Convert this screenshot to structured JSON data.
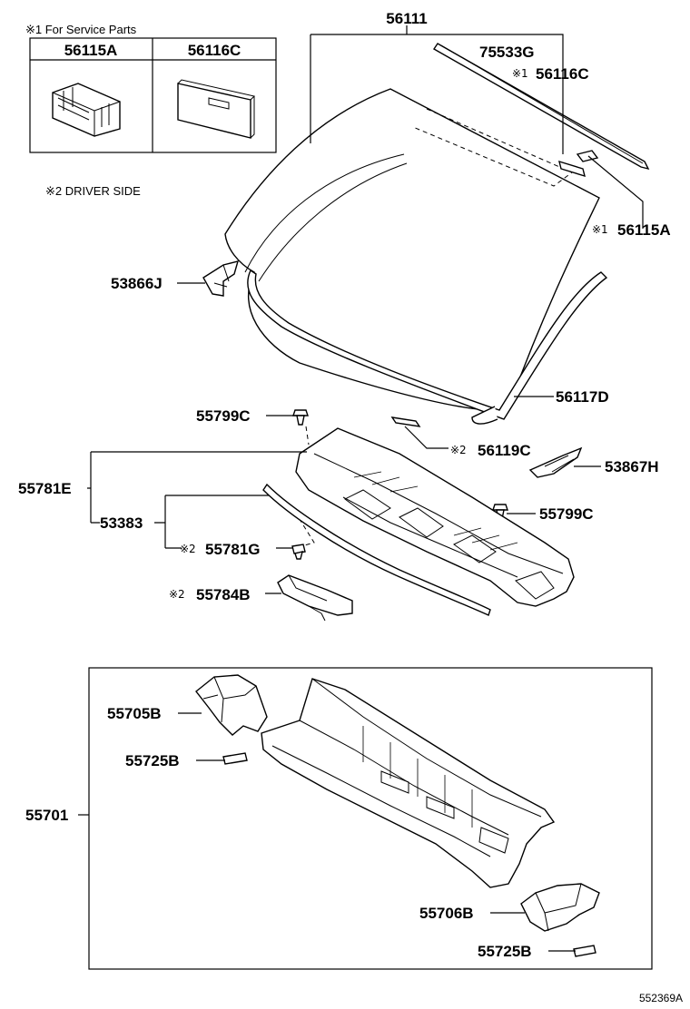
{
  "legend": {
    "note1": "※1 For Service Parts",
    "note2": "※2 DRIVER SIDE",
    "table_col1": "56115A",
    "table_col2": "56116C"
  },
  "marks": {
    "m1": "※1",
    "m2": "※2"
  },
  "labels": {
    "p56111": "56111",
    "p75533G": "75533G",
    "p56116C": "56116C",
    "p56115A": "56115A",
    "p53866J": "53866J",
    "p56117D": "56117D",
    "p55799C_top": "55799C",
    "p56119C": "56119C",
    "p53867H": "53867H",
    "p55781E": "55781E",
    "p53383": "53383",
    "p55799C_right": "55799C",
    "p55781G": "55781G",
    "p55784B": "55784B",
    "p55705B": "55705B",
    "p55725B_left": "55725B",
    "p55701": "55701",
    "p55706B": "55706B",
    "p55725B_bottom": "55725B"
  },
  "footer": {
    "ref": "552369A"
  }
}
